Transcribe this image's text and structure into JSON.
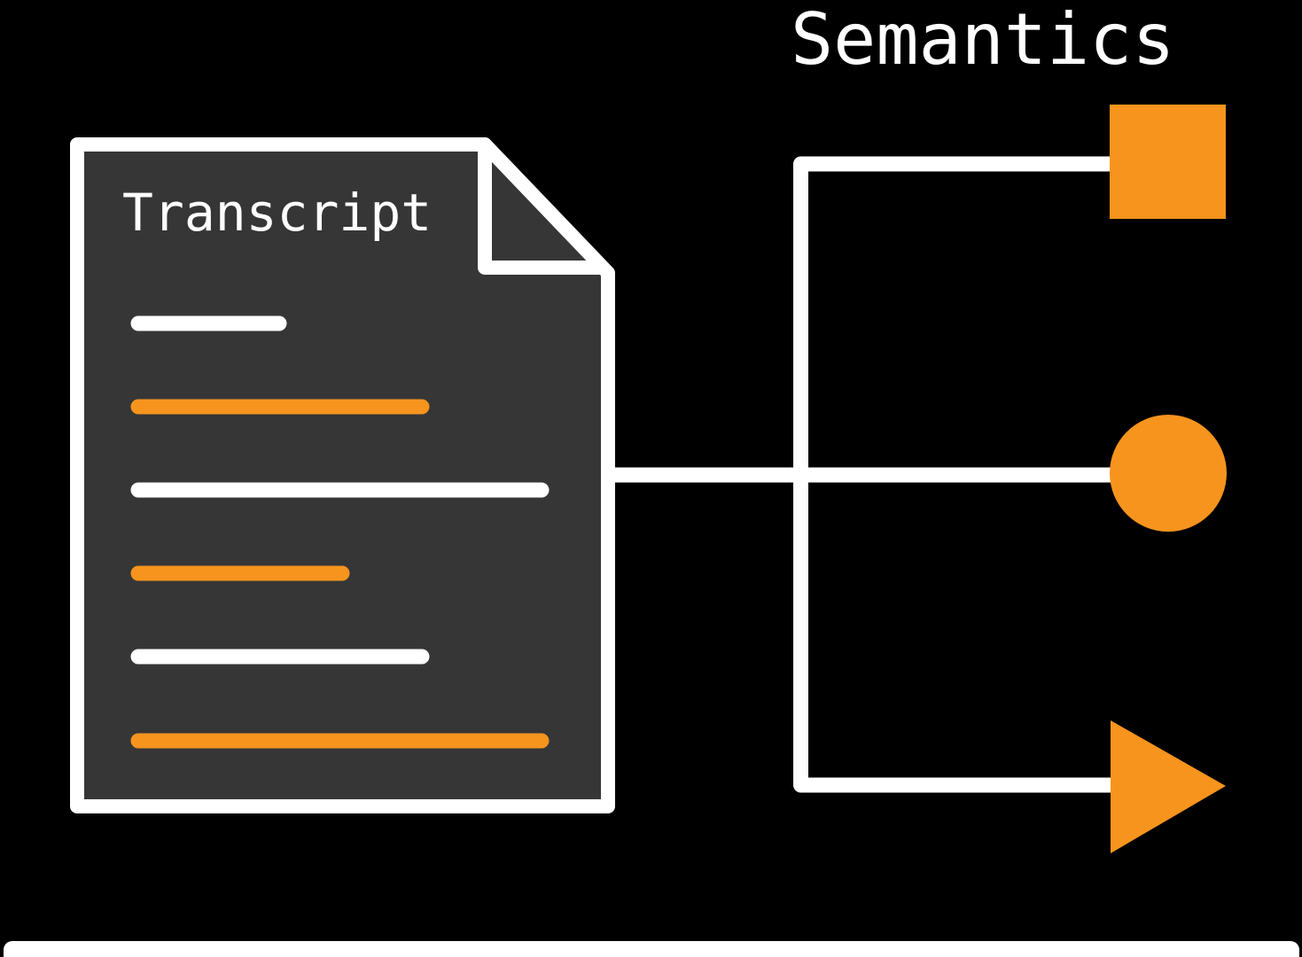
{
  "colors": {
    "background": "#000000",
    "accent_orange": "#f7941e",
    "document_fill": "#363636",
    "line_white": "#ffffff"
  },
  "document": {
    "title": "Transcript",
    "lines": [
      {
        "color": "#ffffff"
      },
      {
        "color": "#f7941e"
      },
      {
        "color": "#ffffff"
      },
      {
        "color": "#f7941e"
      },
      {
        "color": "#ffffff"
      },
      {
        "color": "#f7941e"
      }
    ]
  },
  "semantics": {
    "title": "Semantics",
    "shapes": [
      {
        "name": "square",
        "color": "#f7941e"
      },
      {
        "name": "circle",
        "color": "#f7941e"
      },
      {
        "name": "triangle",
        "color": "#f7941e"
      }
    ]
  }
}
